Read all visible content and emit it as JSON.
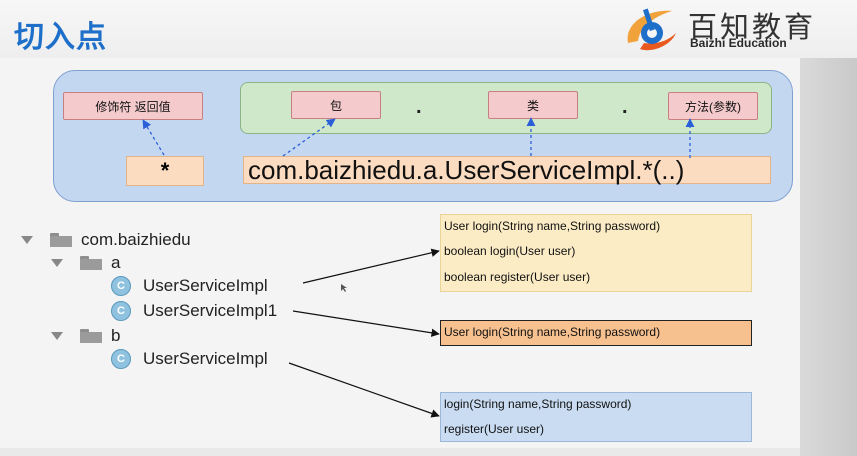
{
  "header": {
    "title": "切入点",
    "brand_cn": "百知教育",
    "brand_en": "Baizhi Education"
  },
  "pattern": {
    "modifier_return": "修饰符 返回值",
    "package": "包",
    "class": "类",
    "method_params": "方法(参数)",
    "separator_1": ".",
    "separator_2": ".",
    "wildcard": "*",
    "expression": "com.baizhiedu.a.UserServiceImpl.*(..)"
  },
  "tree": {
    "root": "com.baizhiedu",
    "package_a": "a",
    "class_a1": "UserServiceImpl",
    "class_a2": "UserServiceImpl1",
    "package_b": "b",
    "class_b1": "UserServiceImpl",
    "class_icon_letter": "C"
  },
  "methods": {
    "box1": [
      "User      login(String name,String password)",
      "boolean login(User user)",
      "boolean register(User user)"
    ],
    "box2": [
      "User      login(String name,String password)"
    ],
    "box3": [
      "login(String name,String password)",
      "register(User user)"
    ]
  },
  "colors": {
    "title_blue": "#1e6fc9",
    "panel_blue": "#c4d7f1",
    "group_green": "#cfe8c9",
    "label_pink": "#f4cacc",
    "expr_peach": "#fbdcc0",
    "box1_yellow": "#fbecc6",
    "box2_orange": "#f6c08f",
    "box3_blue": "#c9dcf2",
    "dashed_arrow": "#2a5fd8"
  }
}
